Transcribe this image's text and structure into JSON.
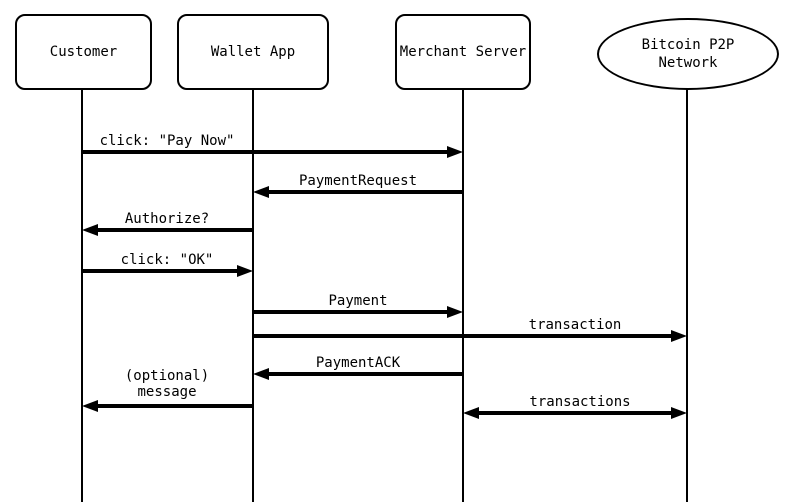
{
  "diagram": {
    "type": "sequence-diagram",
    "background_color": "#ffffff",
    "stroke_color": "#000000",
    "participants": [
      {
        "label": "Customer",
        "shape": "rounded-rect"
      },
      {
        "label": "Wallet App",
        "shape": "rounded-rect"
      },
      {
        "label": "Merchant Server",
        "shape": "rounded-rect"
      },
      {
        "label_line1": "Bitcoin P2P",
        "label_line2": "Network",
        "shape": "ellipse"
      }
    ],
    "messages": [
      {
        "label": "click: \"Pay Now\"",
        "from": "Customer",
        "to": "Merchant Server",
        "direction": "right"
      },
      {
        "label": "PaymentRequest",
        "from": "Merchant Server",
        "to": "Wallet App",
        "direction": "left"
      },
      {
        "label": "Authorize?",
        "from": "Wallet App",
        "to": "Customer",
        "direction": "left"
      },
      {
        "label": "click: \"OK\"",
        "from": "Customer",
        "to": "Wallet App",
        "direction": "right"
      },
      {
        "label": "Payment",
        "from": "Wallet App",
        "to": "Merchant Server",
        "direction": "right"
      },
      {
        "label": "transaction",
        "from": "Wallet App",
        "to": "Bitcoin P2P Network",
        "direction": "right"
      },
      {
        "label": "PaymentACK",
        "from": "Merchant Server",
        "to": "Wallet App",
        "direction": "left"
      },
      {
        "label_line1": "(optional)",
        "label_line2": "message",
        "from": "Wallet App",
        "to": "Customer",
        "direction": "left"
      },
      {
        "label": "transactions",
        "from": "Merchant Server",
        "to": "Bitcoin P2P Network",
        "direction": "both"
      }
    ]
  }
}
